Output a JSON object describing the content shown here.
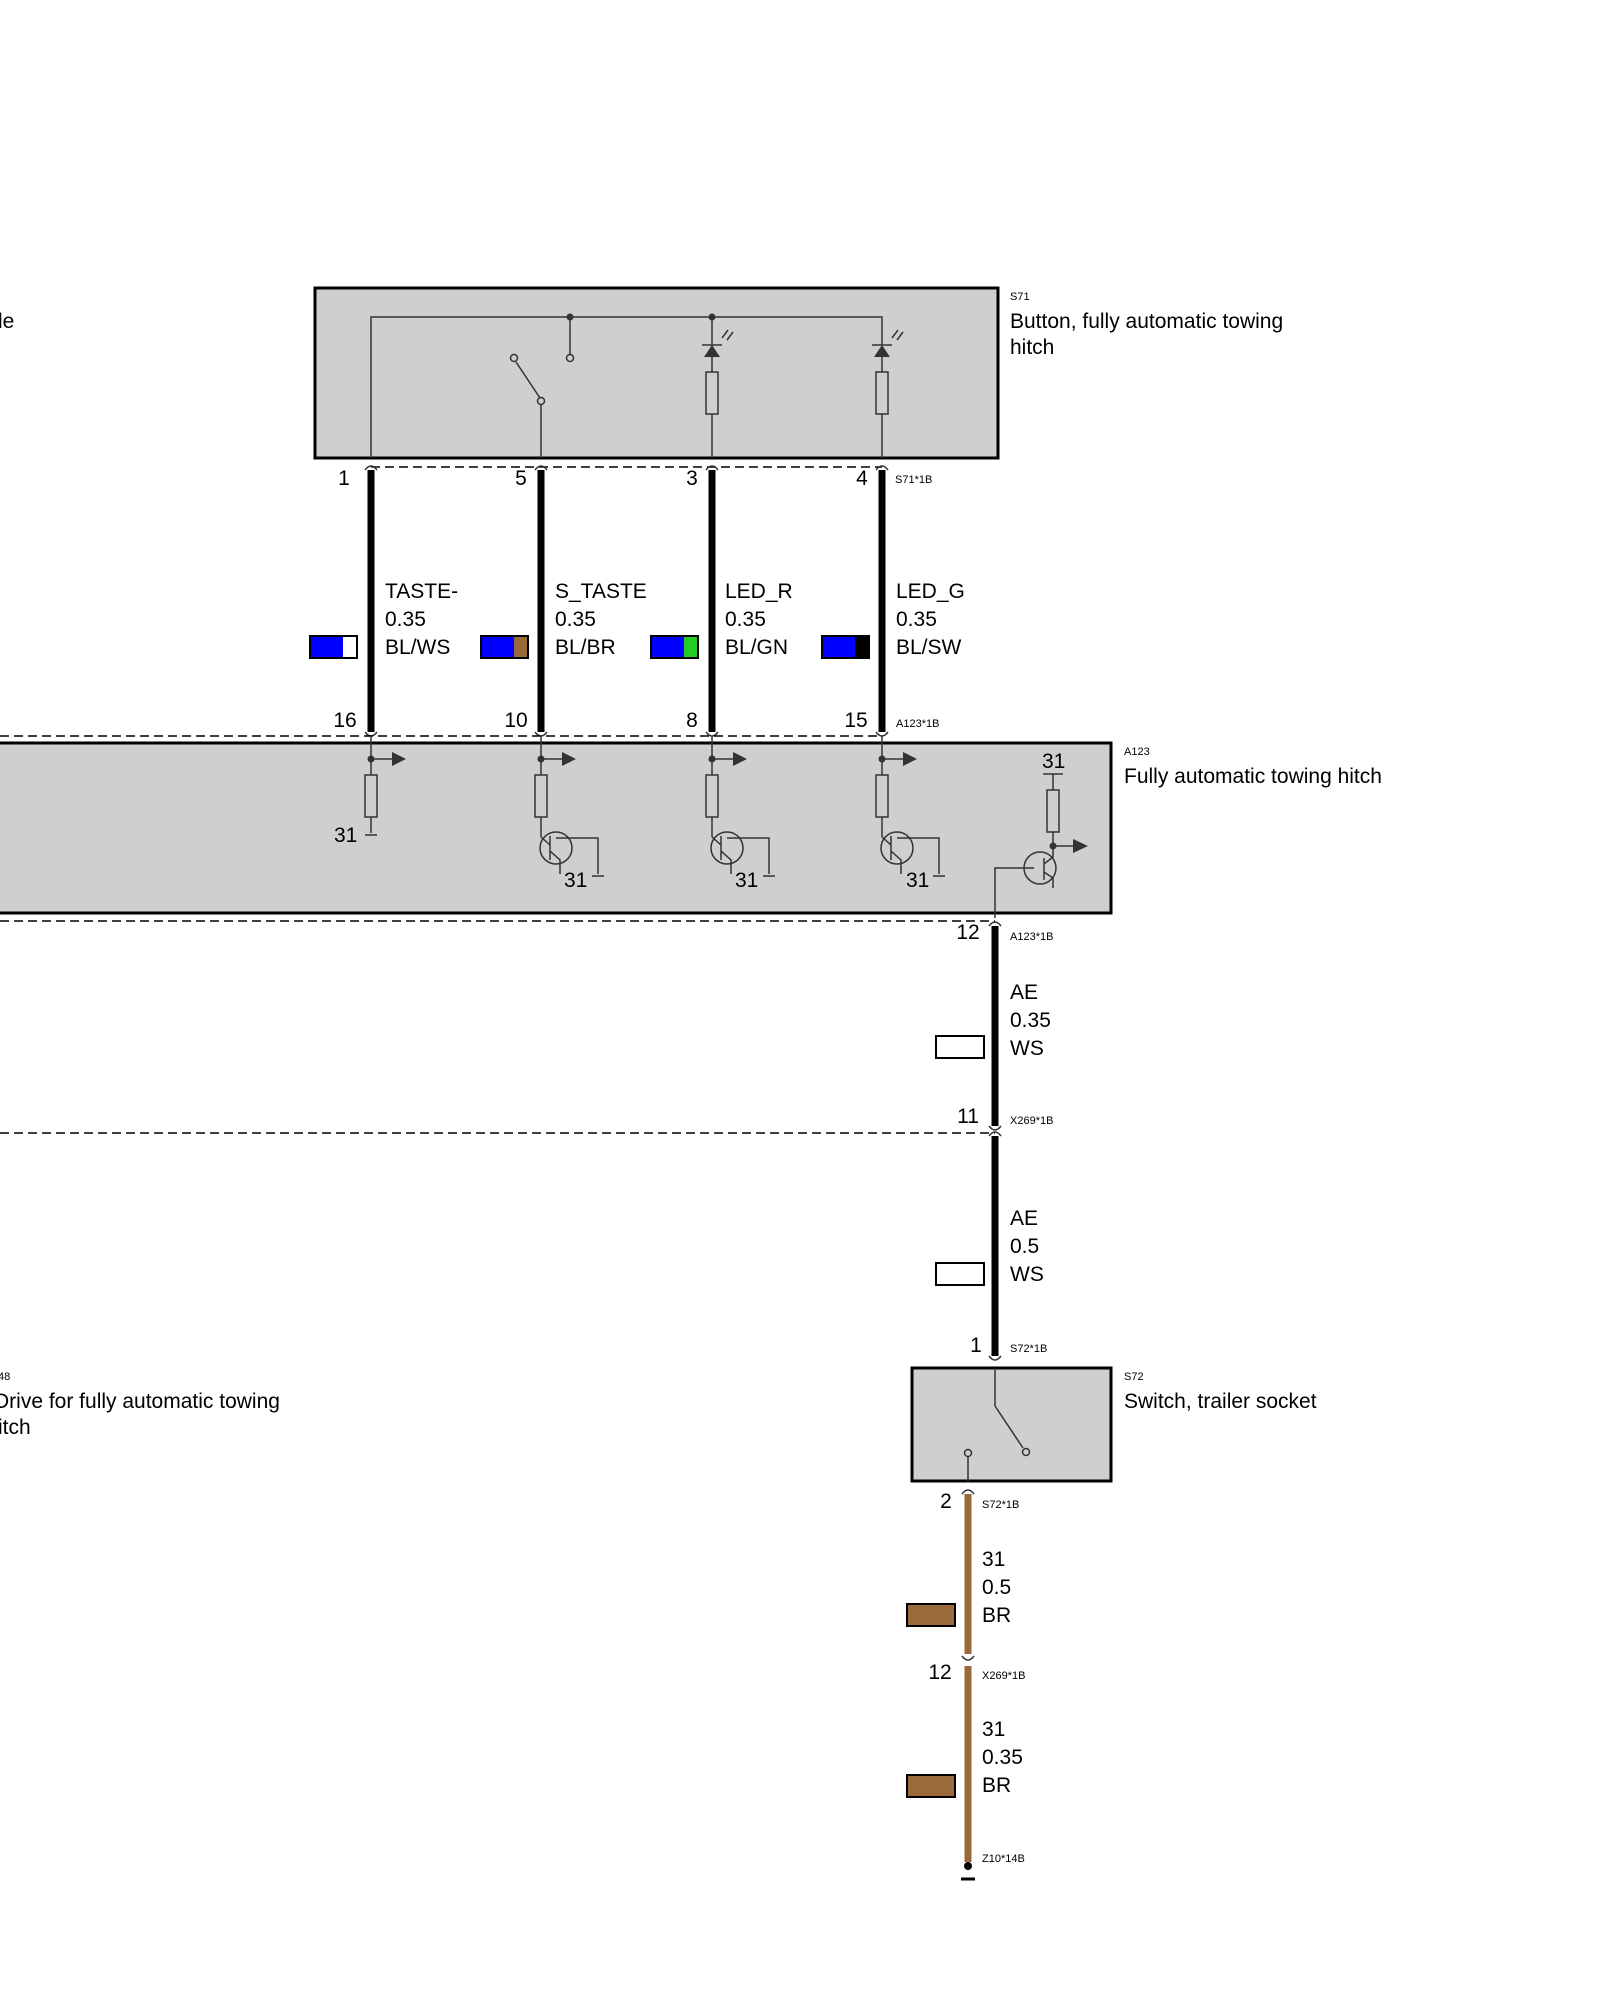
{
  "components": {
    "s71": {
      "code": "S71",
      "name_line1": "Button, fully automatic towing",
      "name_line2": "hitch",
      "connector": "S71*1B"
    },
    "a123": {
      "code": "A123",
      "name": "Fully automatic towing hitch",
      "connector_top": "A123*1B",
      "connector_bottom": "A123*1B",
      "ground_label": "31"
    },
    "s72": {
      "code": "S72",
      "name": "Switch, trailer socket",
      "connector_top": "S72*1B",
      "connector_bottom": "S72*1B"
    },
    "m_partial": {
      "code_fragment": "48",
      "name_line1": "Drive for fully automatic towing",
      "name_line2": "itch"
    },
    "left_fragment": {
      "text": "le"
    }
  },
  "connectors": {
    "x269_a": "X269*1B",
    "x269_b": "X269*1B",
    "z10": "Z10*14B"
  },
  "wires": [
    {
      "id": "taste",
      "pin_top": "1",
      "pin_bottom": "16",
      "signal": "TASTE-",
      "size": "0.35",
      "color_code": "BL/WS",
      "colors": [
        "#0000ff",
        "#ffffff"
      ]
    },
    {
      "id": "s_taste",
      "pin_top": "5",
      "pin_bottom": "10",
      "signal": "S_TASTE",
      "size": "0.35",
      "color_code": "BL/BR",
      "colors": [
        "#0000ff",
        "#9b6a3b"
      ]
    },
    {
      "id": "led_r",
      "pin_top": "3",
      "pin_bottom": "8",
      "signal": "LED_R",
      "size": "0.35",
      "color_code": "BL/GN",
      "colors": [
        "#0000ff",
        "#22cc22"
      ]
    },
    {
      "id": "led_g",
      "pin_top": "4",
      "pin_bottom": "15",
      "signal": "LED_G",
      "size": "0.35",
      "color_code": "BL/SW",
      "colors": [
        "#0000ff",
        "#000000"
      ]
    }
  ],
  "ae_wire_1": {
    "pin_top": "12",
    "pin_bottom": "11",
    "signal": "AE",
    "size": "0.35",
    "color_code": "WS",
    "color": "#ffffff"
  },
  "ae_wire_2": {
    "pin_bottom": "1",
    "signal": "AE",
    "size": "0.5",
    "color_code": "WS",
    "color": "#ffffff"
  },
  "gnd_wire_1": {
    "pin_top": "2",
    "pin_bottom": "12",
    "signal": "31",
    "size": "0.5",
    "color_code": "BR",
    "color": "#9b6a3b"
  },
  "gnd_wire_2": {
    "signal": "31",
    "size": "0.35",
    "color_code": "BR",
    "color": "#9b6a3b"
  },
  "a123_internal_grounds": [
    "31",
    "31",
    "31",
    "31"
  ]
}
